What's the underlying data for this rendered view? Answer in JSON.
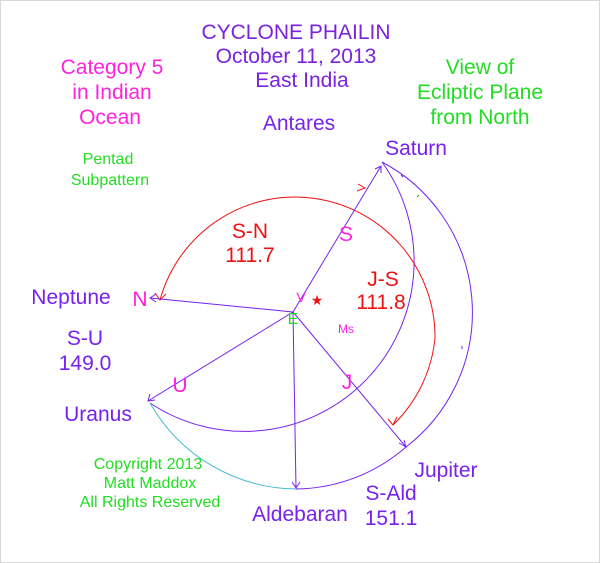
{
  "header": {
    "title": "CYCLONE PHAILIN",
    "date": "October 11, 2013",
    "region": "East India"
  },
  "category": {
    "line1": "Category 5",
    "line2": "in Indian",
    "line3": "Ocean"
  },
  "view": {
    "line1": "View of",
    "line2": "Ecliptic Plane",
    "line3": "from North"
  },
  "pattern": {
    "line1": "Pentad",
    "line2": "Subpattern"
  },
  "copyright": {
    "line1": "Copyright 2013",
    "line2": "Matt Maddox",
    "line3": "All Rights Reserved"
  },
  "bodies": {
    "antares": "Antares",
    "saturn": "Saturn",
    "neptune": "Neptune",
    "uranus": "Uranus",
    "jupiter": "Jupiter",
    "aldebaran": "Aldebaran"
  },
  "markers": {
    "s": "S",
    "n": "N",
    "u": "U",
    "j": "J",
    "e": "E",
    "v": "V",
    "ms": "Ms",
    "star": "★"
  },
  "angles": {
    "sn_label": "S-N",
    "sn_value": "111.7",
    "js_label": "J-S",
    "js_value": "111.8",
    "su_label": "S-U",
    "su_value": "149.0",
    "sald_label": "S-Ald",
    "sald_value": "151.1"
  },
  "colors": {
    "title": "#7a22dd",
    "magenta": "#ff22dd",
    "green": "#22dd22",
    "red": "#ee1111",
    "purple": "#7722ee",
    "arc_teal": "#44bbcc"
  }
}
